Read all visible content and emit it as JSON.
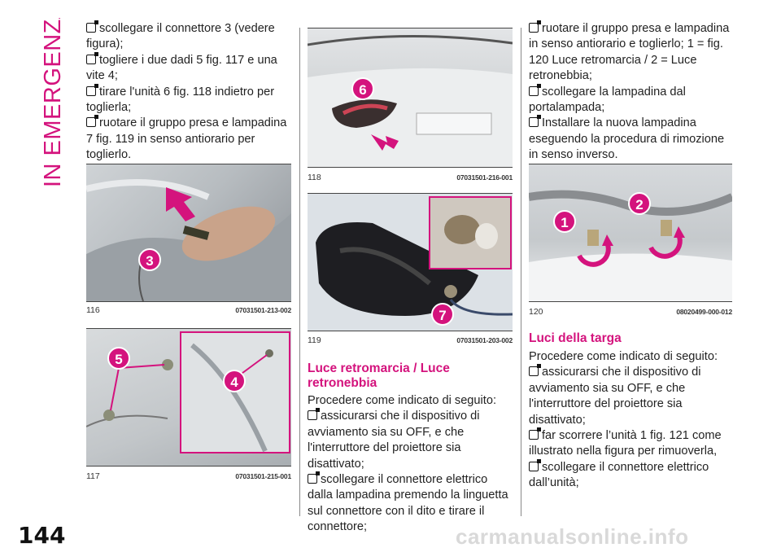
{
  "section_title": "IN EMERGENZA",
  "page_number": "144",
  "watermark": "carmanualsonline.info",
  "col1": {
    "bullets": [
      "scollegare il connettore 3 (vedere figura);",
      "togliere i due dadi 5 fig. 117 e una vite 4;",
      "tirare l'unità 6 fig. 118 indietro per toglierla;",
      "ruotare il gruppo presa e lampadina 7 fig. 119 in senso antiorario per toglierlo."
    ]
  },
  "figures": {
    "f116": {
      "num": "116",
      "code": "07031501-213-002",
      "markers": [
        "3"
      ]
    },
    "f117": {
      "num": "117",
      "code": "07031501-215-001",
      "markers": [
        "5",
        "4"
      ]
    },
    "f118": {
      "num": "118",
      "code": "07031501-216-001",
      "markers": [
        "6"
      ]
    },
    "f119": {
      "num": "119",
      "code": "07031501-203-002",
      "markers": [
        "7"
      ]
    },
    "f120": {
      "num": "120",
      "code": "08020499-000-012",
      "markers": [
        "1",
        "2"
      ]
    }
  },
  "col2": {
    "heading": "Luce retromarcia / Luce retronebbia",
    "intro": "Procedere come indicato di seguito:",
    "bullets": [
      "assicurarsi che il dispositivo di avviamento sia su OFF, e che l'interruttore del proiettore sia disattivato;",
      "scollegare il connettore elettrico dalla lampadina premendo la linguetta sul connettore con il dito e tirare il connettore;"
    ]
  },
  "col3": {
    "bullets_top": [
      "ruotare il gruppo presa e lampadina in senso antiorario e toglierlo; 1 = fig. 120 Luce retromarcia / 2 = Luce retronebbia;",
      "scollegare la lampadina dal portalampada;",
      "Installare la nuova lampadina eseguendo la procedura di rimozione in senso inverso."
    ],
    "heading": "Luci della targa",
    "intro": "Procedere come indicato di seguito:",
    "bullets_bottom": [
      "assicurarsi che il dispositivo di avviamento sia su OFF, e che l'interruttore del proiettore sia disattivato;",
      "far scorrere l’unità 1 fig. 121 come illustrato nella figura per rimuoverla,",
      "scollegare il connettore elettrico dall’unità;"
    ]
  }
}
